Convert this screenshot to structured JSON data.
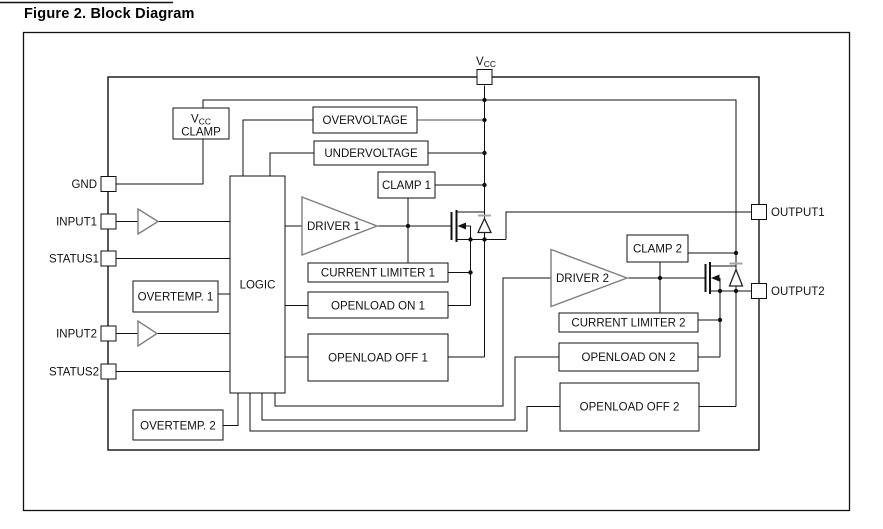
{
  "figure": {
    "title": "Figure 2. Block Diagram"
  },
  "pins": {
    "vcc_main": "V",
    "vcc_sub": "CC",
    "gnd": "GND",
    "input1": "INPUT1",
    "status1": "STATUS1",
    "input2": "INPUT2",
    "status2": "STATUS2",
    "output1": "OUTPUT1",
    "output2": "OUTPUT2"
  },
  "blocks": {
    "vcc_clamp_main": "V",
    "vcc_clamp_sub": "CC",
    "vcc_clamp_word": "CLAMP",
    "overvoltage": "OVERVOLTAGE",
    "undervoltage": "UNDERVOLTAGE",
    "clamp1": "CLAMP 1",
    "clamp2": "CLAMP 2",
    "logic": "LOGIC",
    "driver1": "DRIVER 1",
    "driver2": "DRIVER 2",
    "current_limiter1": "CURRENT LIMITER 1",
    "current_limiter2": "CURRENT LIMITER 2",
    "openload_on1": "OPENLOAD ON 1",
    "openload_on2": "OPENLOAD ON 2",
    "openload_off1": "OPENLOAD OFF 1",
    "openload_off2": "OPENLOAD OFF 2",
    "overtemp1": "OVERTEMP. 1",
    "overtemp2": "OVERTEMP. 2"
  },
  "colors": {
    "line": "#111111",
    "muted_line": "#a6a6a6",
    "background": "#ffffff",
    "text": "#111111"
  }
}
